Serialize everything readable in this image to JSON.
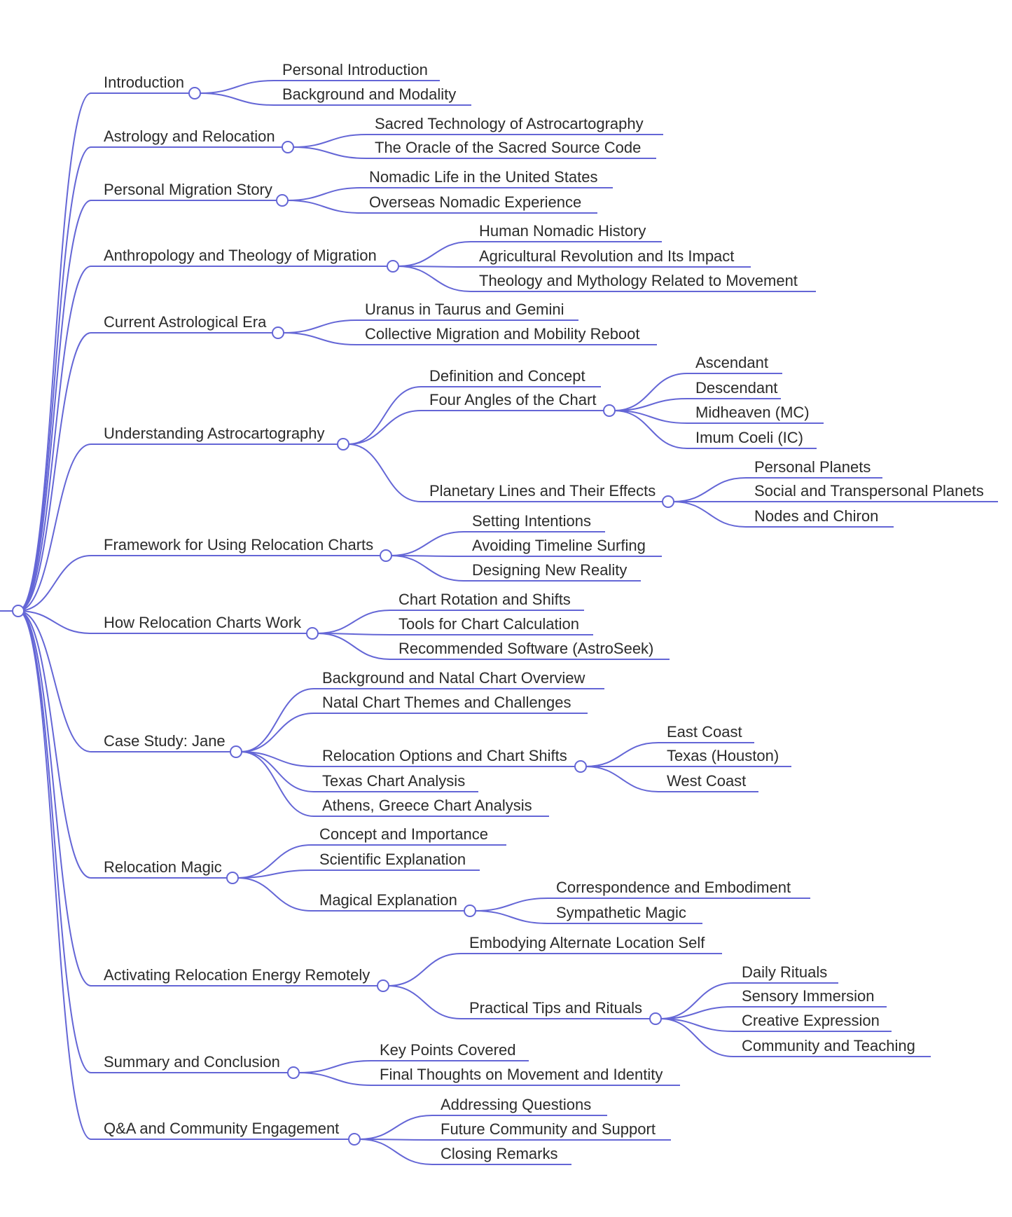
{
  "colors": {
    "line": "#6466d6",
    "text": "#2b2b2b",
    "background": "#ffffff"
  },
  "root": {
    "children": [
      {
        "label": "Introduction",
        "children": [
          {
            "label": "Personal Introduction"
          },
          {
            "label": "Background and Modality"
          }
        ]
      },
      {
        "label": "Astrology and Relocation",
        "children": [
          {
            "label": "Sacred Technology of Astrocartography"
          },
          {
            "label": "The Oracle of the Sacred Source Code"
          }
        ]
      },
      {
        "label": "Personal Migration Story",
        "children": [
          {
            "label": "Nomadic Life in the United States"
          },
          {
            "label": "Overseas Nomadic Experience"
          }
        ]
      },
      {
        "label": "Anthropology and Theology of Migration",
        "children": [
          {
            "label": "Human Nomadic History"
          },
          {
            "label": "Agricultural Revolution and Its Impact"
          },
          {
            "label": "Theology and Mythology Related to Movement"
          }
        ]
      },
      {
        "label": "Current Astrological Era",
        "children": [
          {
            "label": "Uranus in Taurus and Gemini"
          },
          {
            "label": "Collective Migration and Mobility Reboot"
          }
        ]
      },
      {
        "label": "Understanding Astrocartography",
        "children": [
          {
            "label": "Definition and Concept"
          },
          {
            "label": "Four Angles of the Chart",
            "children": [
              {
                "label": "Ascendant"
              },
              {
                "label": "Descendant"
              },
              {
                "label": "Midheaven (MC)"
              },
              {
                "label": "Imum Coeli (IC)"
              }
            ]
          },
          {
            "label": "Planetary Lines and Their Effects",
            "children": [
              {
                "label": "Personal Planets"
              },
              {
                "label": "Social and Transpersonal Planets"
              },
              {
                "label": "Nodes and Chiron"
              }
            ]
          }
        ]
      },
      {
        "label": "Framework for Using Relocation Charts",
        "children": [
          {
            "label": "Setting Intentions"
          },
          {
            "label": "Avoiding Timeline Surfing"
          },
          {
            "label": "Designing New Reality"
          }
        ]
      },
      {
        "label": "How Relocation Charts Work",
        "children": [
          {
            "label": "Chart Rotation and Shifts"
          },
          {
            "label": "Tools for Chart Calculation"
          },
          {
            "label": "Recommended Software (AstroSeek)"
          }
        ]
      },
      {
        "label": "Case Study: Jane",
        "children": [
          {
            "label": "Background and Natal Chart Overview"
          },
          {
            "label": "Natal Chart Themes and Challenges"
          },
          {
            "label": "Relocation Options and Chart Shifts",
            "children": [
              {
                "label": "East Coast"
              },
              {
                "label": "Texas (Houston)"
              },
              {
                "label": "West Coast"
              }
            ]
          },
          {
            "label": "Texas Chart Analysis"
          },
          {
            "label": "Athens, Greece Chart Analysis"
          }
        ]
      },
      {
        "label": "Relocation Magic",
        "children": [
          {
            "label": "Concept and Importance"
          },
          {
            "label": "Scientific Explanation"
          },
          {
            "label": "Magical Explanation",
            "children": [
              {
                "label": "Correspondence and Embodiment"
              },
              {
                "label": "Sympathetic Magic"
              }
            ]
          }
        ]
      },
      {
        "label": "Activating Relocation Energy Remotely",
        "children": [
          {
            "label": "Embodying Alternate Location Self"
          },
          {
            "label": "Practical Tips and Rituals",
            "children": [
              {
                "label": "Daily Rituals"
              },
              {
                "label": "Sensory Immersion"
              },
              {
                "label": "Creative Expression"
              },
              {
                "label": "Community and Teaching"
              }
            ]
          }
        ]
      },
      {
        "label": "Summary and Conclusion",
        "children": [
          {
            "label": "Key Points Covered"
          },
          {
            "label": "Final Thoughts on Movement and Identity"
          }
        ]
      },
      {
        "label": "Q&A and Community Engagement",
        "children": [
          {
            "label": "Addressing Questions"
          },
          {
            "label": "Future Community and Support"
          },
          {
            "label": "Closing Remarks"
          }
        ]
      }
    ]
  }
}
